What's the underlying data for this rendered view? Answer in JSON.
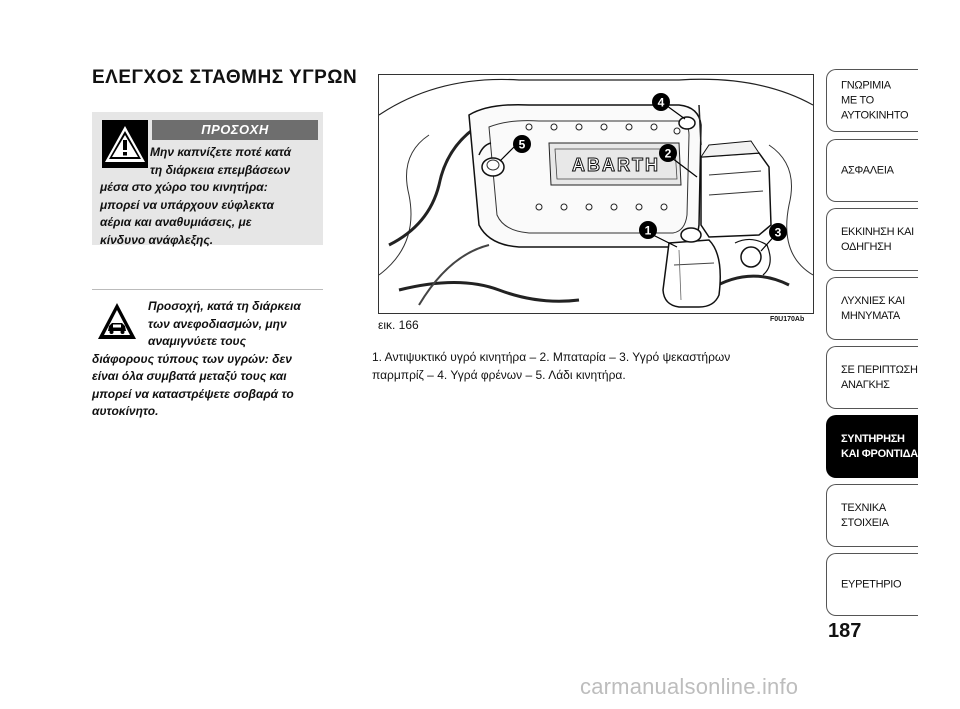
{
  "title": "ΕΛΕΓΧΟΣ ΣΤΑΘΜΗΣ ΥΓΡΩΝ",
  "warning": {
    "header": "ΠΡΟΣΟΧΗ",
    "lines": [
      "Μην καπνίζετε ποτέ κατά",
      "τη διάρκεια επεμβάσεων",
      "μέσα στο χώρο του κινητήρα:",
      "μπορεί να υπάρχουν εύφλεκτα",
      "αέρια και αναθυμιάσεις, με",
      "κίνδυνο ανάφλεξης."
    ]
  },
  "caution": {
    "lines": [
      "Προσοχή, κατά τη διάρκεια",
      "των ανεφοδιασμών, μην",
      "αναμιγνύετε τους",
      "διάφορους τύπους των υγρών: δεν",
      "είναι όλα συμβατά μεταξύ τους και",
      "μπορεί να καταστρέψετε σοβαρά το",
      "αυτοκίνητο."
    ]
  },
  "figure": {
    "label": "εικ. 166",
    "code": "F0U170Ab",
    "brand": "ABARTH",
    "markers": [
      "1",
      "2",
      "3",
      "4",
      "5"
    ],
    "caption_lines": [
      "1. Αντιψυκτικό υγρό κινητήρα – 2. Μπαταρία – 3. Υγρό ψεκαστήρων",
      "παρμπρίζ – 4. Υγρά φρένων – 5. Λάδι κινητήρα."
    ]
  },
  "tabs": [
    {
      "label": "ΓΝΩΡΙΜΙΑ\nΜΕ ΤΟ\nΑΥΤΟΚΙΝΗΤΟ",
      "active": false
    },
    {
      "label": "ΑΣΦΑΛΕΙΑ",
      "active": false
    },
    {
      "label": "ΕΚΚΙΝΗΣΗ ΚΑΙ\nΟΔΗΓΗΣΗ",
      "active": false
    },
    {
      "label": "ΛΥΧΝΙΕΣ ΚΑΙ\nΜΗΝΥΜΑΤΑ",
      "active": false
    },
    {
      "label": "ΣΕ ΠΕΡΙΠΤΩΣΗ\nΑΝΑΓΚΗΣ",
      "active": false
    },
    {
      "label": "ΣΥΝΤΗΡΗΣΗ\nΚΑΙ ΦΡΟΝΤΙΔΑ",
      "active": true
    },
    {
      "label": "ΤΕΧΝΙΚΑ\nΣΤΟΙΧΕΙΑ",
      "active": false
    },
    {
      "label": "ΕΥΡΕΤΗΡΙΟ",
      "active": false
    }
  ],
  "page_number": "187",
  "watermark": "carmanualsonline.info"
}
